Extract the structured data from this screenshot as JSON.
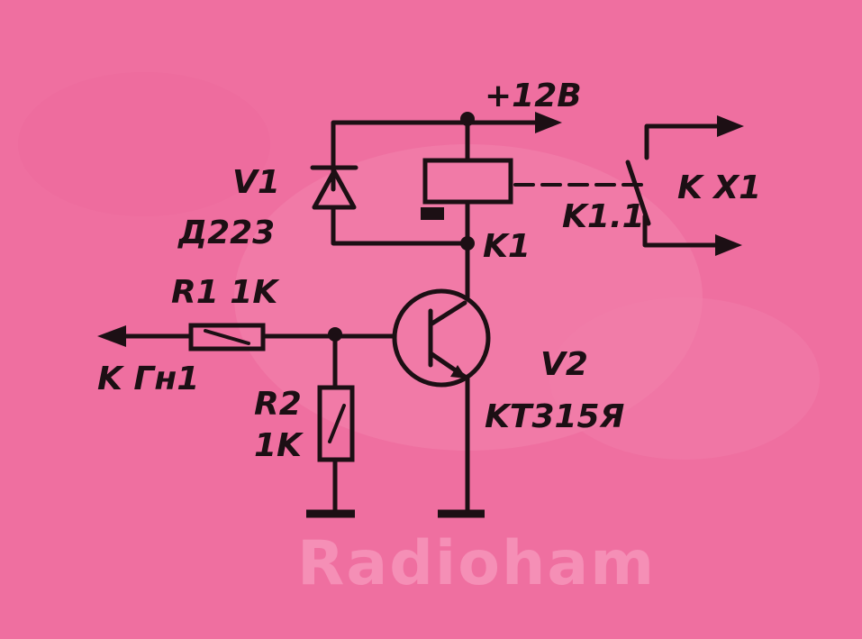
{
  "diagram": {
    "background_color": "#ef6fa0",
    "ink_color": "#1c0f14",
    "supply_label": "+12B",
    "diode_name": "V1",
    "diode_type": "Д223",
    "relay_name": "K1",
    "contact_name": "K1.1",
    "output_label": "K X1",
    "r1_label": "R1 1K",
    "r2_name": "R2",
    "r2_value": "1K",
    "input_label": "K Гн1",
    "transistor_name": "V2",
    "transistor_type": "KT315Я",
    "watermark": "Radioham"
  }
}
